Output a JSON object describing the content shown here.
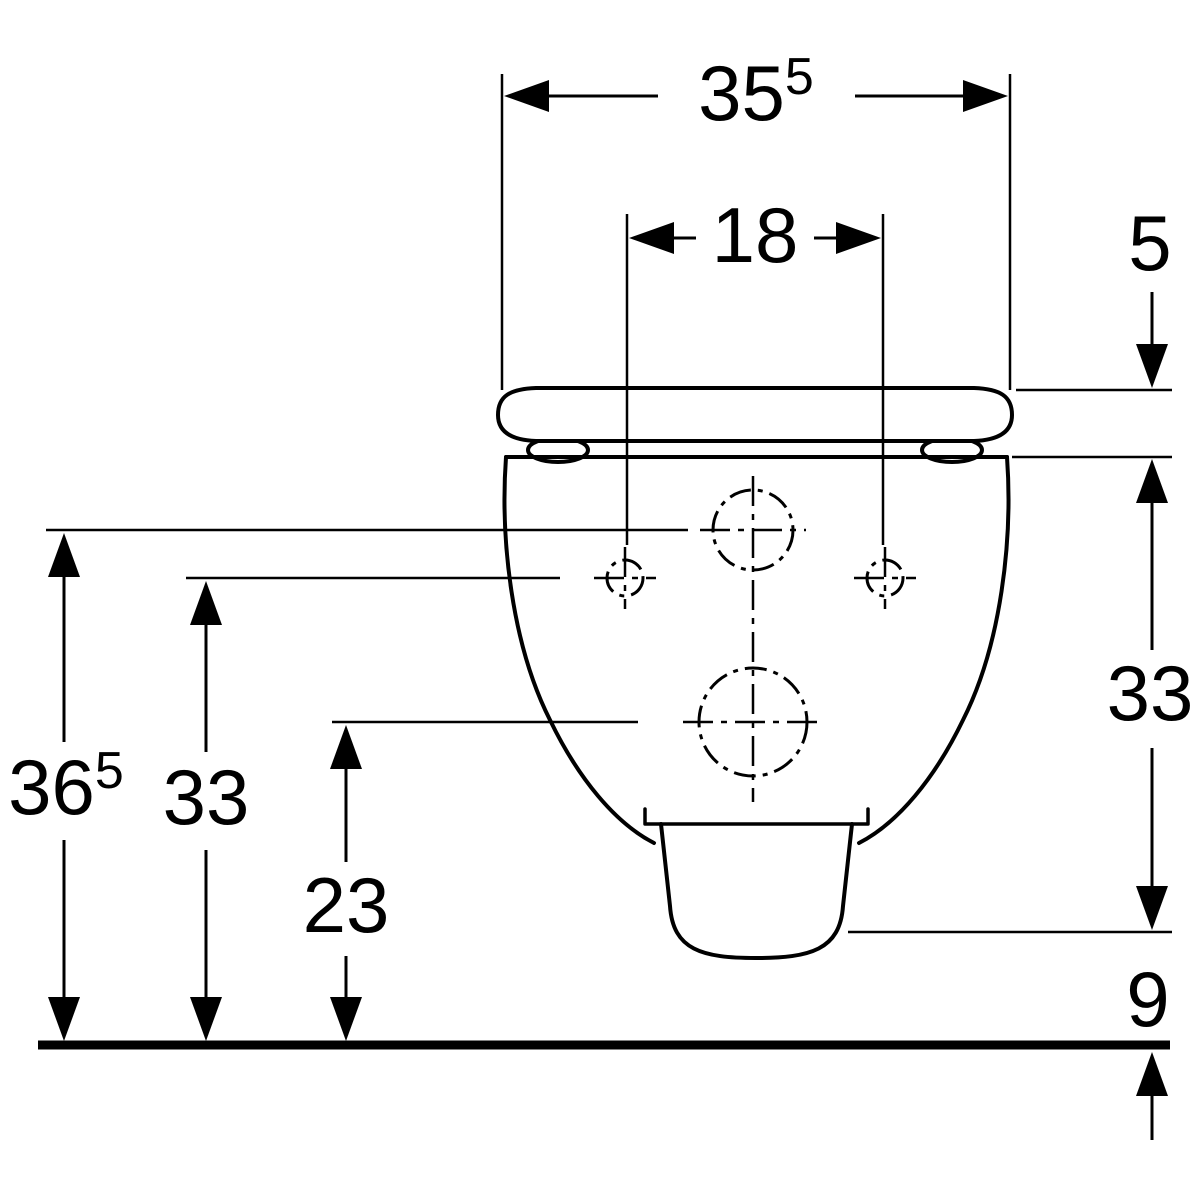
{
  "drawing": {
    "type": "technical-dimension-drawing",
    "subject": "wall-hung WC pan, front view",
    "background_color": "#ffffff",
    "line_color": "#000000",
    "dimensions": {
      "overall_width": {
        "main": "35",
        "sup": "5"
      },
      "fixing_hole_spacing": {
        "main": "18",
        "sup": ""
      },
      "seat_top_to_rim": {
        "main": "5",
        "sup": ""
      },
      "rim_to_outlet_bottom": {
        "main": "33",
        "sup": ""
      },
      "outlet_bottom_to_floor": {
        "main": "9",
        "sup": ""
      },
      "supply_connection_height": {
        "main": "36",
        "sup": "5"
      },
      "fixing_holes_height": {
        "main": "33",
        "sup": ""
      },
      "outlet_centre_height": {
        "main": "23",
        "sup": ""
      }
    }
  }
}
